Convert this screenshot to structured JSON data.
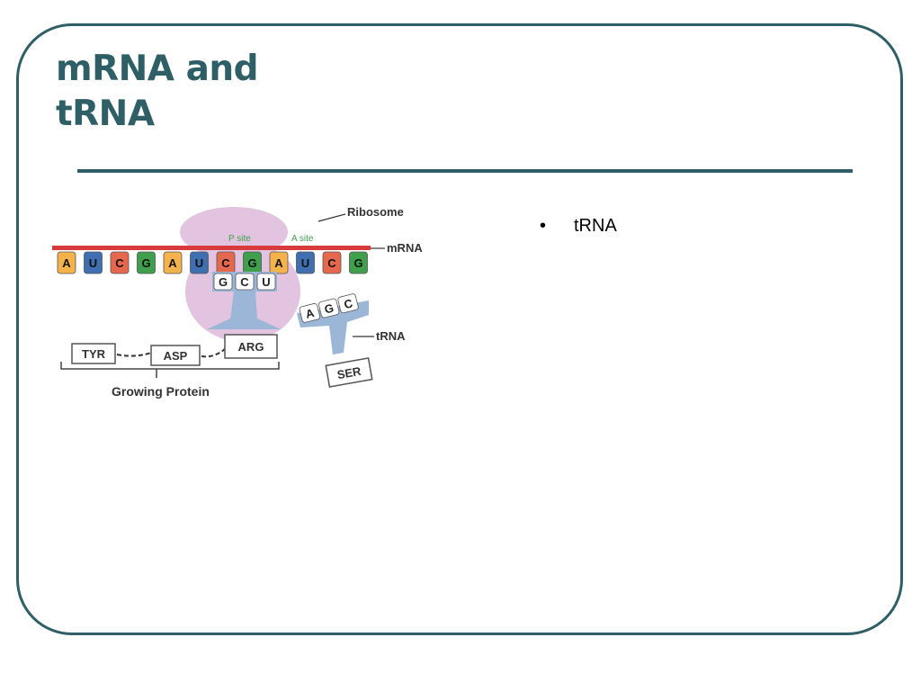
{
  "slide": {
    "title_lines": [
      "mRNA and",
      "tRNA"
    ],
    "bullets": [
      "tRNA"
    ]
  },
  "diagram": {
    "labels": {
      "ribosome": "Ribosome",
      "mrna": "mRNA",
      "trna": "tRNA",
      "p_site": "P site",
      "a_site": "A site",
      "growing_protein": "Growing Protein"
    },
    "mrna_bases": [
      "A",
      "U",
      "C",
      "G",
      "A",
      "U",
      "C",
      "G",
      "A",
      "U",
      "C",
      "G"
    ],
    "anticodon_bound": [
      "G",
      "C",
      "U"
    ],
    "anticodon_incoming": [
      "A",
      "G",
      "C"
    ],
    "amino_acids": [
      "TYR",
      "ASP",
      "ARG"
    ],
    "incoming_amino_acid": "SER"
  },
  "colors": {
    "frame": "#2f5f66",
    "title": "#2f5f66",
    "ribosome": "#e2c4e0",
    "mrna_strand": "#d83b3b",
    "trna": "#9bb6d6",
    "base_A": "#f3b24a",
    "base_U": "#3f6fb0",
    "base_C": "#e5674d",
    "base_G": "#3f9f4d",
    "site_label": "#3f9f4d"
  }
}
